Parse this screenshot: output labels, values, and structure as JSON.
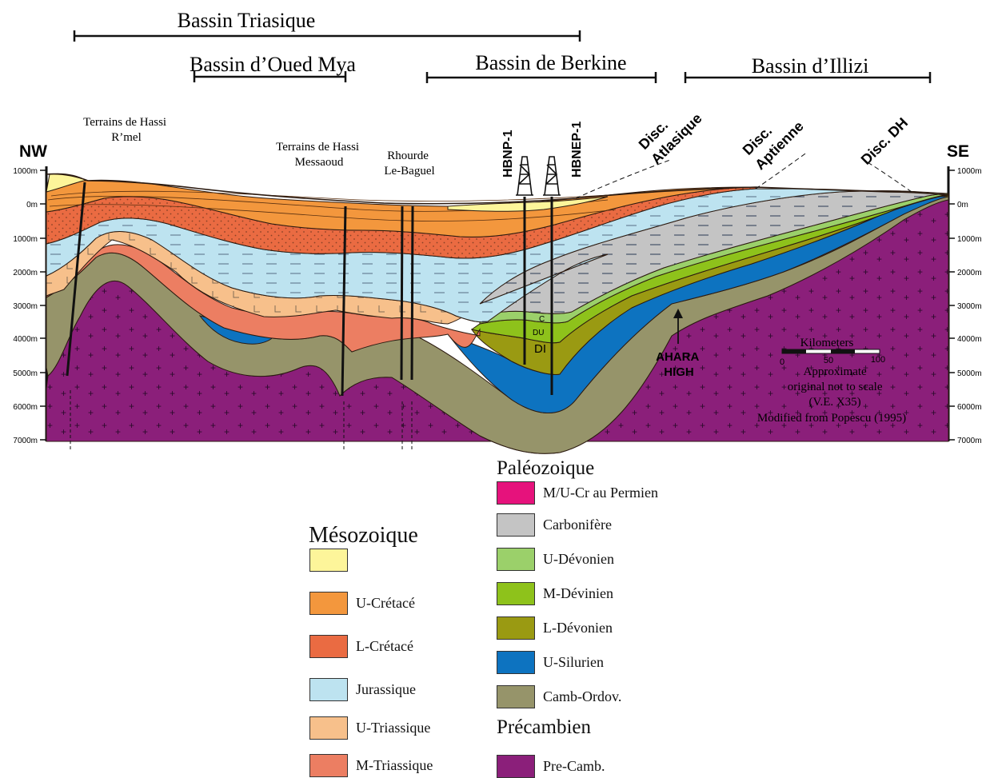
{
  "basins": {
    "triasique": "Bassin Triasique",
    "oued_mya": "Bassin d’Oued Mya",
    "berkine": "Bassin de Berkine",
    "illizi": "Bassin d’Illizi"
  },
  "orientation": {
    "left": "NW",
    "right": "SE"
  },
  "depth_axis": {
    "left_ticks": [
      "1000m",
      "0m",
      "1000m",
      "2000m",
      "3000m",
      "4000m",
      "5000m",
      "6000m",
      "7000m"
    ],
    "right_ticks": [
      "1000m",
      "0m",
      "1000m",
      "2000m",
      "3000m",
      "4000m",
      "5000m",
      "6000m",
      "7000m"
    ]
  },
  "annotations": {
    "hassi_rmel_line1": "Terrains de Hassi",
    "hassi_rmel_line2": "R’mel",
    "hassi_messaoud_line1": "Terrains de Hassi",
    "hassi_messaoud_line2": "Messaoud",
    "rhourde_line1": "Rhourde",
    "rhourde_line2": "Le-Baguel",
    "well_1": "HBNP-1",
    "well_2": "HBNEP-1",
    "disc_atlasique_line1": "Disc.",
    "disc_atlasique_line2": "Atlasique",
    "disc_aptienne_line1": "Disc.",
    "disc_aptienne_line2": "Aptienne",
    "disc_dh": "Disc. DH",
    "ahara_line1": "AHARA",
    "ahara_line2": "HIGH",
    "unit_c": "C",
    "unit_du": "DU",
    "unit_di": "DI"
  },
  "scale": {
    "title": "Kilometers",
    "tick_0": "0",
    "tick_50": "50",
    "tick_100": "100",
    "note_1": "Approximate",
    "note_2": "original not to scale",
    "note_3": "(V.E. X35)",
    "note_4": "Modified from Popescu (1995)"
  },
  "legend": {
    "mesozoique_title": "Mésozoique",
    "paleozoique_title": "Paléozoique",
    "precambien_title": "Précambien",
    "mesozoique_items": [
      {
        "label": "",
        "color": "#fdf59a"
      },
      {
        "label": "U-Crétacé",
        "color": "#f3973d"
      },
      {
        "label": "L-Crétacé",
        "color": "#ea6b42"
      },
      {
        "label": "Jurassique",
        "color": "#bde3f0"
      },
      {
        "label": "U-Triassique",
        "color": "#f7c08b"
      },
      {
        "label": "M-Triassique",
        "color": "#ec7e62"
      }
    ],
    "paleozoique_items": [
      {
        "label": "M/U-Cr au Permien",
        "color": "#e6127c"
      },
      {
        "label": "Carbonifère",
        "color": "#c4c4c4"
      },
      {
        "label": "U-Dévonien",
        "color": "#9bd06a"
      },
      {
        "label": "M-Dévinien",
        "color": "#8ec21b"
      },
      {
        "label": "L-Dévonien",
        "color": "#9a9a12"
      },
      {
        "label": "U-Silurien",
        "color": "#0d73c0"
      },
      {
        "label": "Camb-Ordov.",
        "color": "#96946a"
      }
    ],
    "precambien_items": [
      {
        "label": "Pre-Camb.",
        "color": "#8b1f7a"
      }
    ]
  }
}
